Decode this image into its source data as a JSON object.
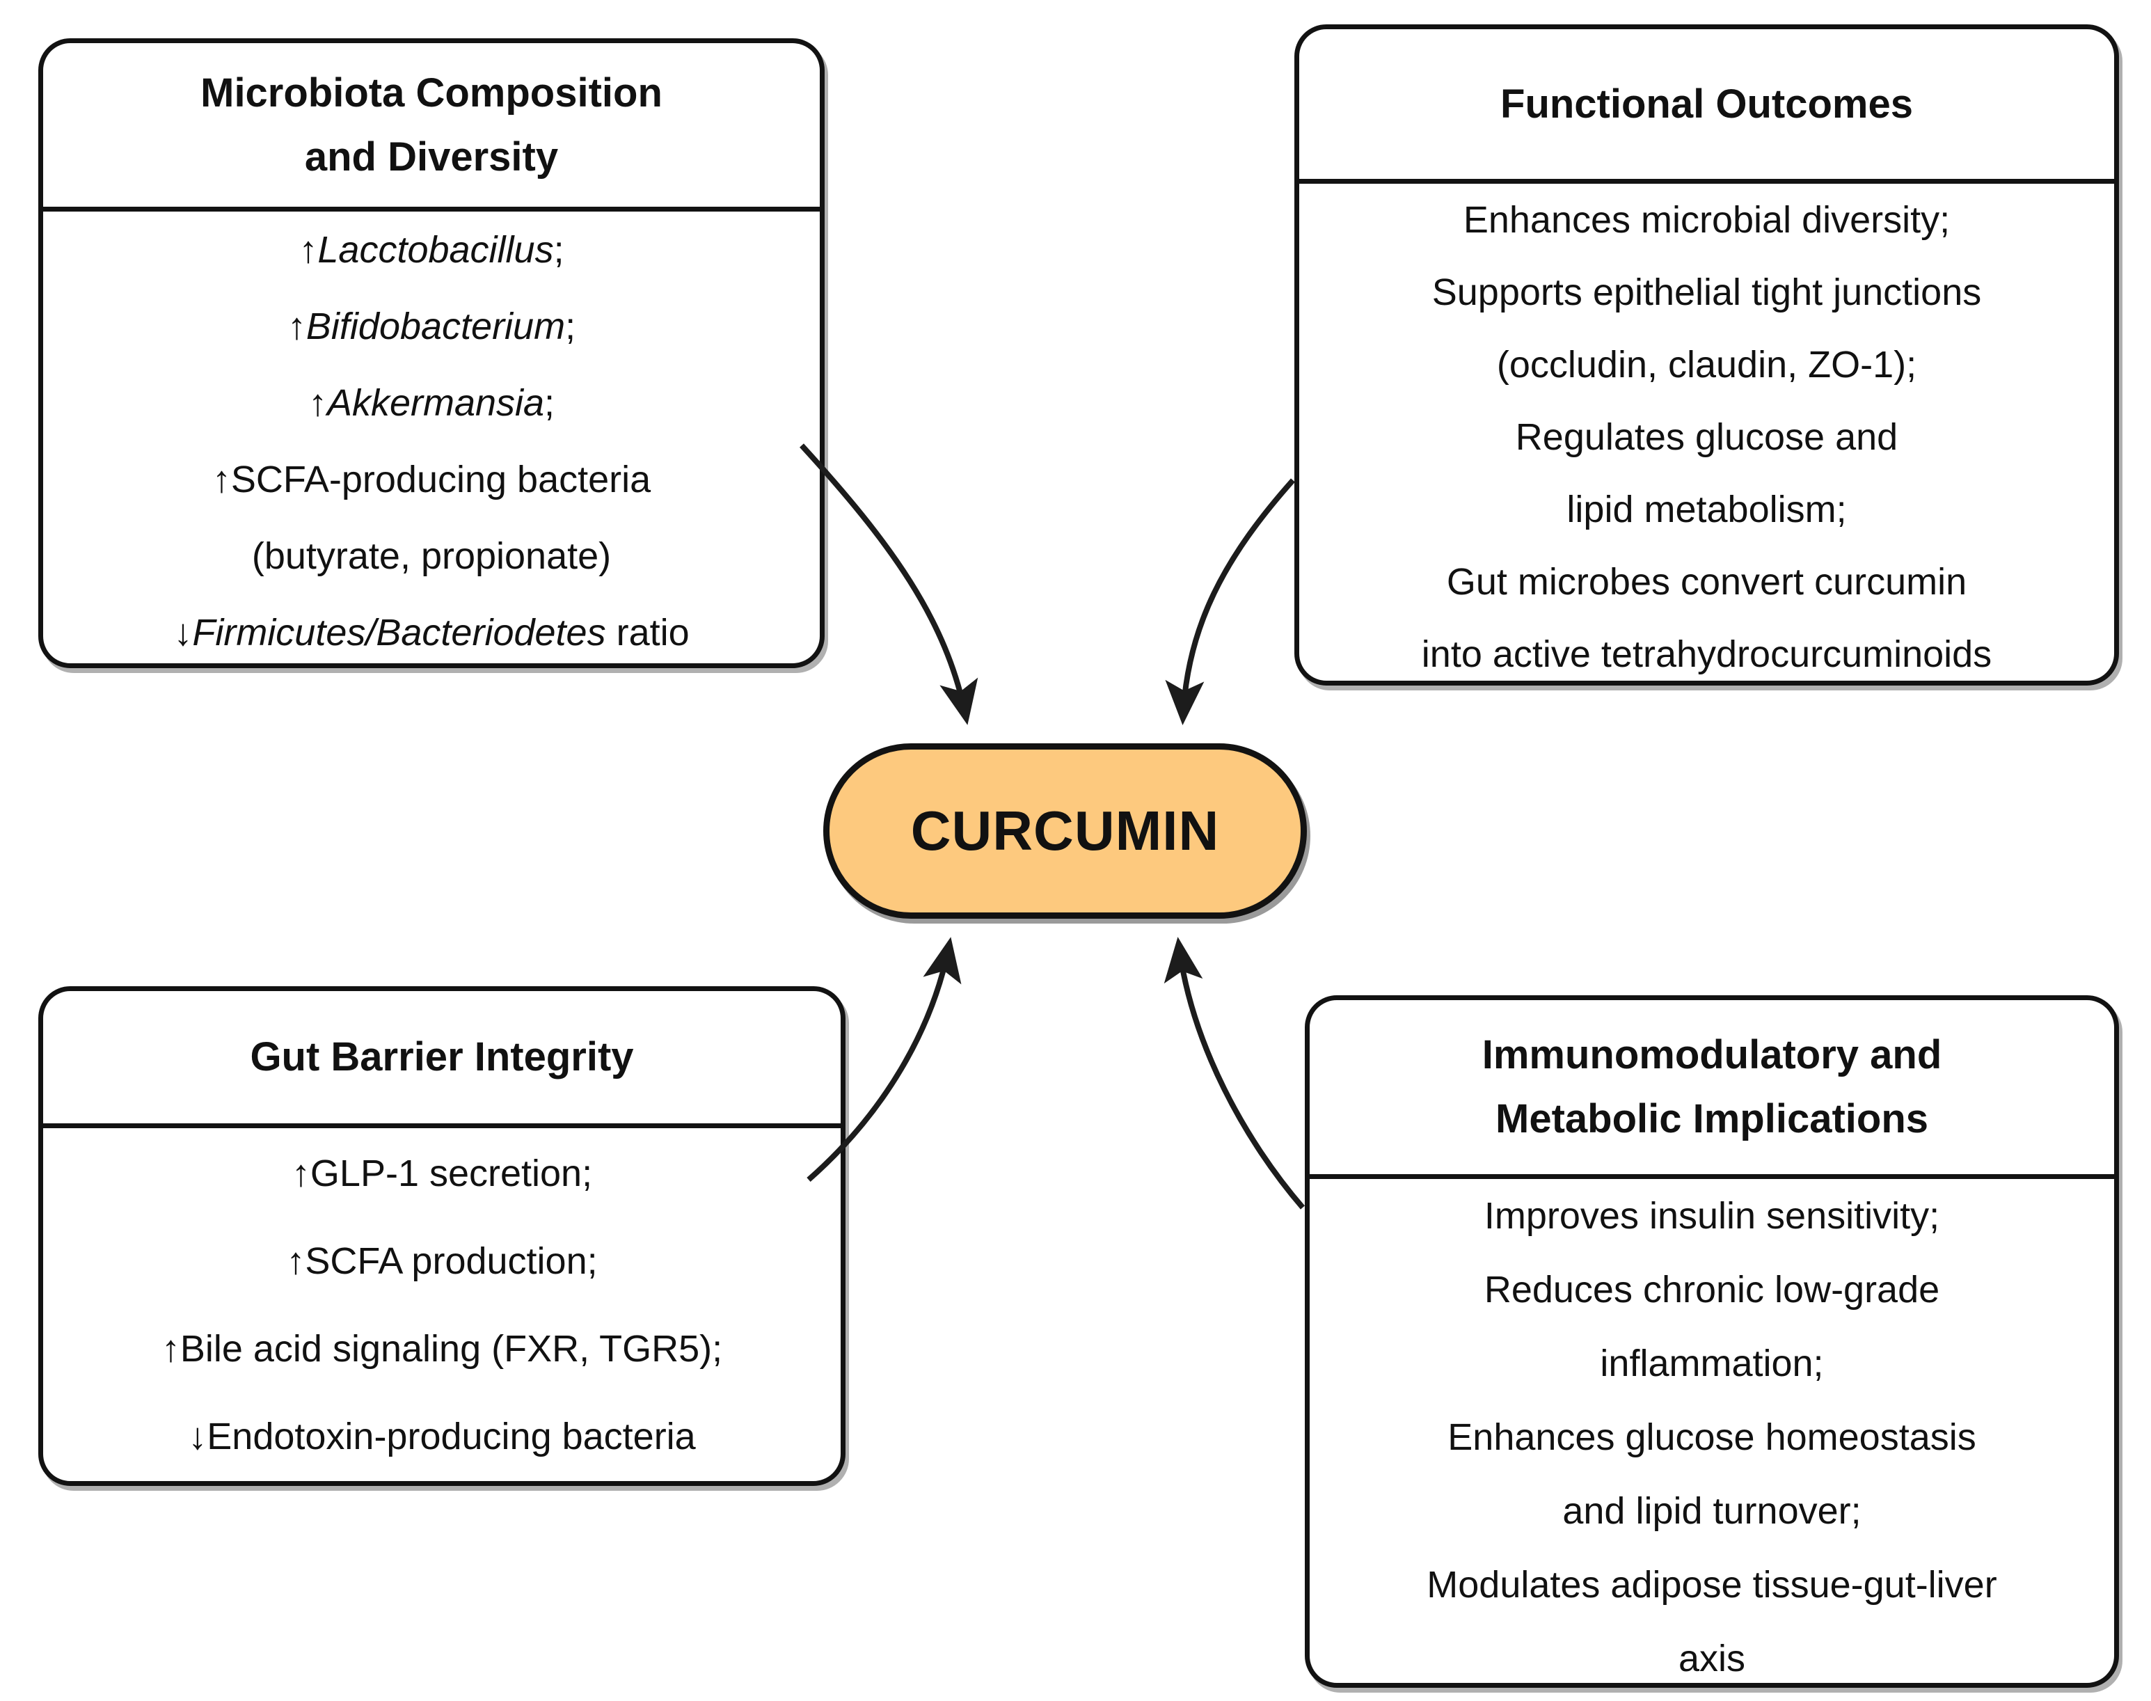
{
  "diagram": {
    "center": {
      "label": "CURCUMIN",
      "fill_color": "#FDC97E",
      "border_color": "#121212"
    },
    "boxes": {
      "top_left": {
        "title_lines": [
          "Microbiota Composition",
          "and Diversity"
        ],
        "lines": [
          {
            "parts": [
              {
                "t": "↑",
                "italic": false
              },
              {
                "t": "Lacctobacillus",
                "italic": true
              },
              {
                "t": ";",
                "italic": false
              }
            ]
          },
          {
            "parts": [
              {
                "t": "↑",
                "italic": false
              },
              {
                "t": "Bifidobacterium",
                "italic": true
              },
              {
                "t": ";",
                "italic": false
              }
            ]
          },
          {
            "parts": [
              {
                "t": "↑",
                "italic": false
              },
              {
                "t": "Akkermansia",
                "italic": true
              },
              {
                "t": ";",
                "italic": false
              }
            ]
          },
          {
            "parts": [
              {
                "t": "↑SCFA-producing bacteria",
                "italic": false
              }
            ]
          },
          {
            "parts": [
              {
                "t": "(butyrate, propionate)",
                "italic": false
              }
            ]
          },
          {
            "parts": [
              {
                "t": "↓",
                "italic": false
              },
              {
                "t": "Firmicutes/Bacteriodetes",
                "italic": true
              },
              {
                "t": " ratio",
                "italic": false
              }
            ]
          }
        ]
      },
      "top_right": {
        "title_lines": [
          "Functional Outcomes"
        ],
        "lines": [
          {
            "parts": [
              {
                "t": "Enhances microbial diversity;",
                "italic": false
              }
            ]
          },
          {
            "parts": [
              {
                "t": "Supports epithelial tight junctions",
                "italic": false
              }
            ]
          },
          {
            "parts": [
              {
                "t": "(occludin, claudin, ZO-1);",
                "italic": false
              }
            ]
          },
          {
            "parts": [
              {
                "t": "Regulates glucose and",
                "italic": false
              }
            ]
          },
          {
            "parts": [
              {
                "t": "lipid metabolism;",
                "italic": false
              }
            ]
          },
          {
            "parts": [
              {
                "t": "Gut microbes convert curcumin",
                "italic": false
              }
            ]
          },
          {
            "parts": [
              {
                "t": "into active tetrahydrocurcuminoids",
                "italic": false
              }
            ]
          }
        ]
      },
      "bottom_left": {
        "title_lines": [
          "Gut Barrier Integrity"
        ],
        "lines": [
          {
            "parts": [
              {
                "t": "↑GLP-1 secretion;",
                "italic": false
              }
            ]
          },
          {
            "parts": [
              {
                "t": "↑SCFA production;",
                "italic": false
              }
            ]
          },
          {
            "parts": [
              {
                "t": "↑Bile acid signaling (FXR, TGR5);",
                "italic": false
              }
            ]
          },
          {
            "parts": [
              {
                "t": "↓Endotoxin-producing bacteria",
                "italic": false
              }
            ]
          }
        ]
      },
      "bottom_right": {
        "title_lines": [
          "Immunomodulatory and",
          "Metabolic Implications"
        ],
        "lines": [
          {
            "parts": [
              {
                "t": "Improves insulin sensitivity;",
                "italic": false
              }
            ]
          },
          {
            "parts": [
              {
                "t": "Reduces chronic low-grade",
                "italic": false
              }
            ]
          },
          {
            "parts": [
              {
                "t": "inflammation;",
                "italic": false
              }
            ]
          },
          {
            "parts": [
              {
                "t": "Enhances glucose homeostasis",
                "italic": false
              }
            ]
          },
          {
            "parts": [
              {
                "t": "and lipid turnover;",
                "italic": false
              }
            ]
          },
          {
            "parts": [
              {
                "t": "Modulates adipose tissue-gut-liver",
                "italic": false
              }
            ]
          },
          {
            "parts": [
              {
                "t": "axis",
                "italic": false
              }
            ]
          }
        ]
      }
    },
    "arrow_color": "#1c1c1c"
  }
}
